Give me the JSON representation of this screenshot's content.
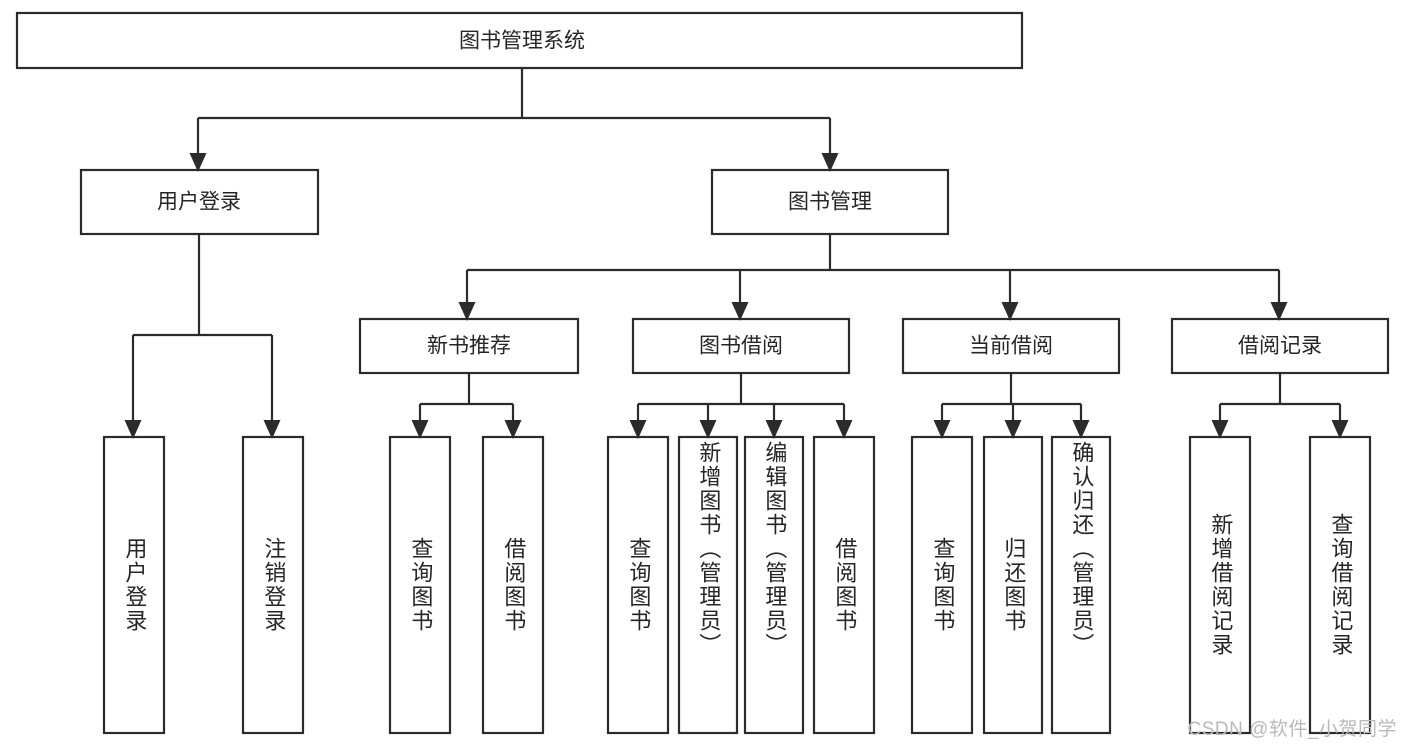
{
  "diagram": {
    "type": "tree-hierarchy",
    "title": "图书管理系统",
    "watermark": "CSDN @软件_小贺同学",
    "colors": {
      "stroke": "#2b2b2b",
      "box_fill": "#ffffff",
      "text": "#262626",
      "watermark": "#b9b9b9",
      "background": "#ffffff"
    },
    "levels": {
      "root": {
        "label": "图书管理系统"
      },
      "level2": [
        {
          "label": "用户登录"
        },
        {
          "label": "图书管理"
        }
      ],
      "level3": [
        {
          "label": "新书推荐"
        },
        {
          "label": "图书借阅"
        },
        {
          "label": "当前借阅"
        },
        {
          "label": "借阅记录"
        }
      ]
    },
    "leaves": {
      "user_login": [
        {
          "label": "用户登录"
        },
        {
          "label": "注销登录"
        }
      ],
      "new_book_recommend": [
        {
          "label": "查询图书"
        },
        {
          "label": "借阅图书"
        }
      ],
      "book_borrow": [
        {
          "label": "查询图书"
        },
        {
          "label": "新增图书（管理员）"
        },
        {
          "label": "编辑图书（管理员）"
        },
        {
          "label": "借阅图书"
        }
      ],
      "current_borrow": [
        {
          "label": "查询图书"
        },
        {
          "label": "归还图书"
        },
        {
          "label": "确认归还（管理员）"
        }
      ],
      "borrow_record": [
        {
          "label": "新增借阅记录"
        },
        {
          "label": "查询借阅记录"
        }
      ]
    }
  }
}
